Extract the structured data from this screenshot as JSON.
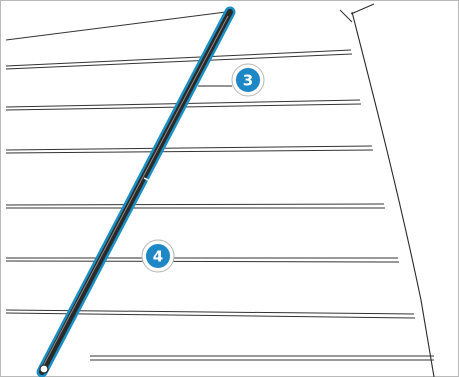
{
  "illustration": {
    "subject": "roof-rail-trim-strips",
    "colors": {
      "line": "#2b2b2b",
      "highlight": "#1a8fc4",
      "callout_fill": "#1e88c7",
      "callout_ring": "#ffffff",
      "background": "#ffffff",
      "frame": "#b9b9b9"
    }
  },
  "callouts": [
    {
      "number": "3"
    },
    {
      "number": "4"
    }
  ]
}
